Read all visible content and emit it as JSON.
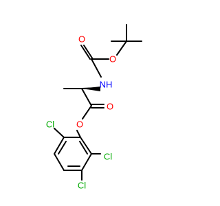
{
  "molecule": {
    "atoms": {
      "o_carbonyl_boc": {
        "text": "O",
        "color": "#ff0000"
      },
      "o_ether_boc": {
        "text": "O",
        "color": "#ff0000"
      },
      "n_amide": {
        "text": "NH",
        "color": "#0000ff"
      },
      "o_carbonyl_ester": {
        "text": "O",
        "color": "#ff0000"
      },
      "o_ester": {
        "text": "O",
        "color": "#ff0000"
      },
      "cl_2": {
        "text": "Cl",
        "color": "#00aa00"
      },
      "cl_5": {
        "text": "Cl",
        "color": "#00aa00"
      },
      "cl_4": {
        "text": "Cl",
        "color": "#00aa00"
      }
    },
    "bond_color": "#000000"
  }
}
